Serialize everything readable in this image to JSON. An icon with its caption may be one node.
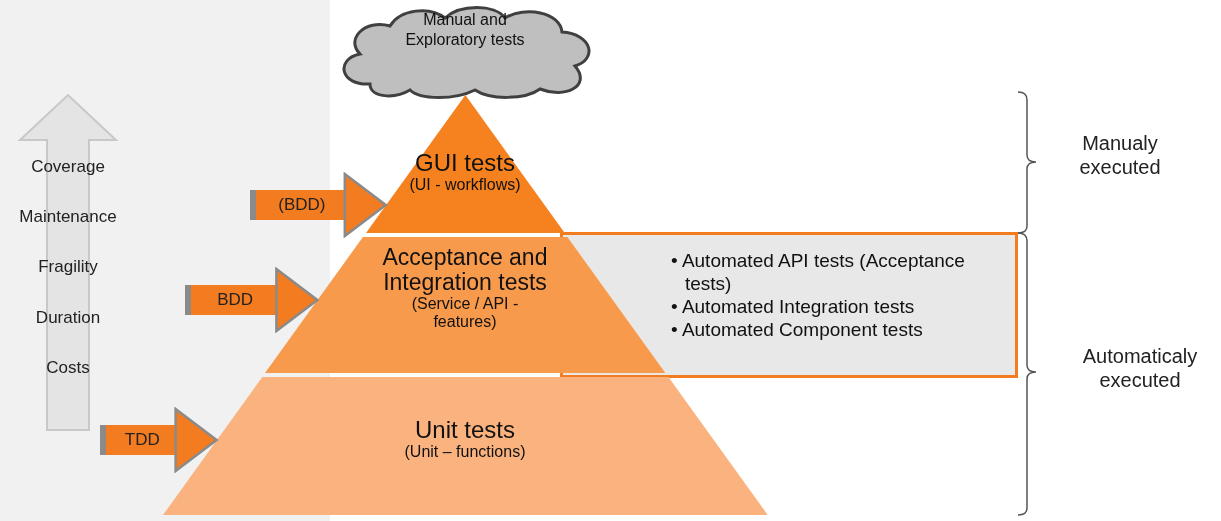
{
  "diagram": {
    "nodes": [
      {
        "text": [
          "Manual and Exploratory tests"
        ]
      },
      {
        "text": [
          "GUI tests",
          "(UI - workflows)"
        ]
      },
      {
        "text": [
          "Acceptance and Integration tests",
          "(Service / API - features)"
        ]
      },
      {
        "text": [
          "Unit tests",
          "(Unit – functions)"
        ]
      },
      {
        "text": [
          "• Automated API tests (Acceptance tests)",
          "• Automated Integration tests",
          "• Automated Component tests"
        ]
      }
    ],
    "edges": [
      {
        "from": null,
        "to": 1,
        "arrow": "to",
        "label": "(BDD)"
      },
      {
        "from": null,
        "to": 2,
        "arrow": "to",
        "label": "BDD"
      },
      {
        "from": null,
        "to": 3,
        "arrow": "to",
        "label": "TDD"
      }
    ],
    "labels": [
      "Coverage",
      "Maintenance",
      "Fragility",
      "Duration",
      "Costs",
      "Manualy executed",
      "Automaticaly executed"
    ]
  }
}
